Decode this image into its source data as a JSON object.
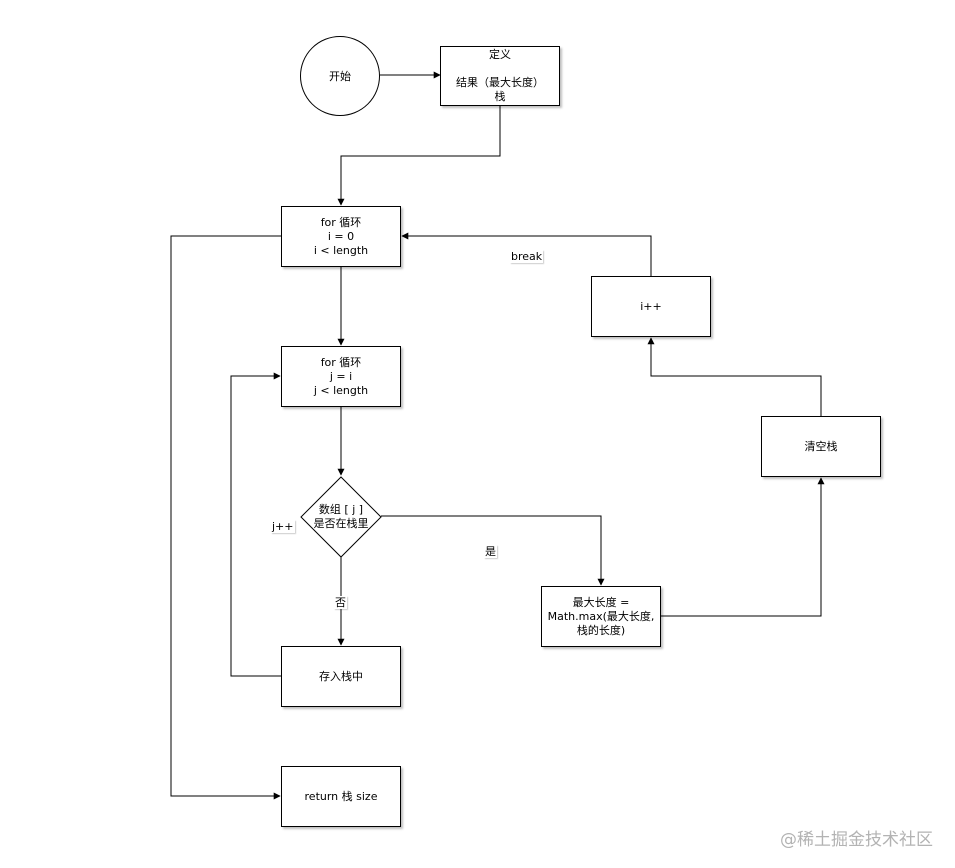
{
  "nodes": {
    "start": "开始",
    "define": [
      "定义",
      "",
      "结果（最大长度）",
      "栈"
    ],
    "loop_i": [
      "for 循环",
      "i = 0",
      "i < length"
    ],
    "loop_j": [
      "for 循环",
      "j = i",
      "j < length"
    ],
    "decision": [
      "数组 [ j ]",
      "是否在栈里"
    ],
    "push": "存入栈中",
    "return": "return 栈 size",
    "max": [
      "最大长度 =",
      "Math.max(最大长度,",
      "栈的长度)"
    ],
    "clear": "清空栈",
    "i_inc": "i++"
  },
  "edge_labels": {
    "yes": "是",
    "no": "否",
    "j_inc": "j++",
    "break": "break"
  },
  "watermark": "@稀土掘金技术社区"
}
